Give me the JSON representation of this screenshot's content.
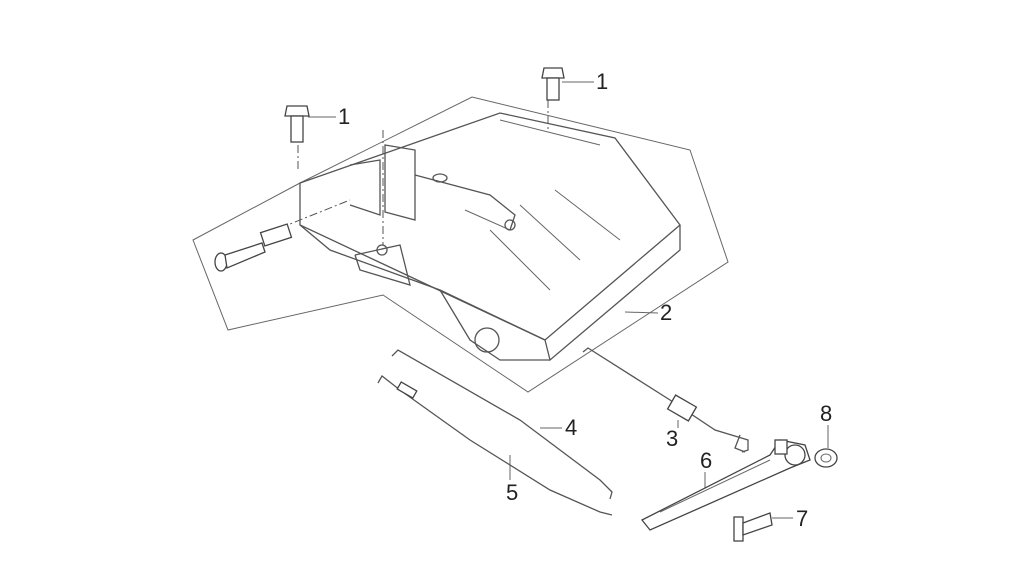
{
  "diagram": {
    "callouts": [
      {
        "id": "callout-1a",
        "text": "1",
        "part": "bolt"
      },
      {
        "id": "callout-1b",
        "text": "1",
        "part": "bolt"
      },
      {
        "id": "callout-2",
        "text": "2",
        "part": "cover"
      },
      {
        "id": "callout-3",
        "text": "3",
        "part": "spring-rod"
      },
      {
        "id": "callout-4",
        "text": "4",
        "part": "rod"
      },
      {
        "id": "callout-5",
        "text": "5",
        "part": "rod-with-spring"
      },
      {
        "id": "callout-6",
        "text": "6",
        "part": "lever-arm"
      },
      {
        "id": "callout-7",
        "text": "7",
        "part": "bolt"
      },
      {
        "id": "callout-8",
        "text": "8",
        "part": "nut"
      }
    ]
  }
}
